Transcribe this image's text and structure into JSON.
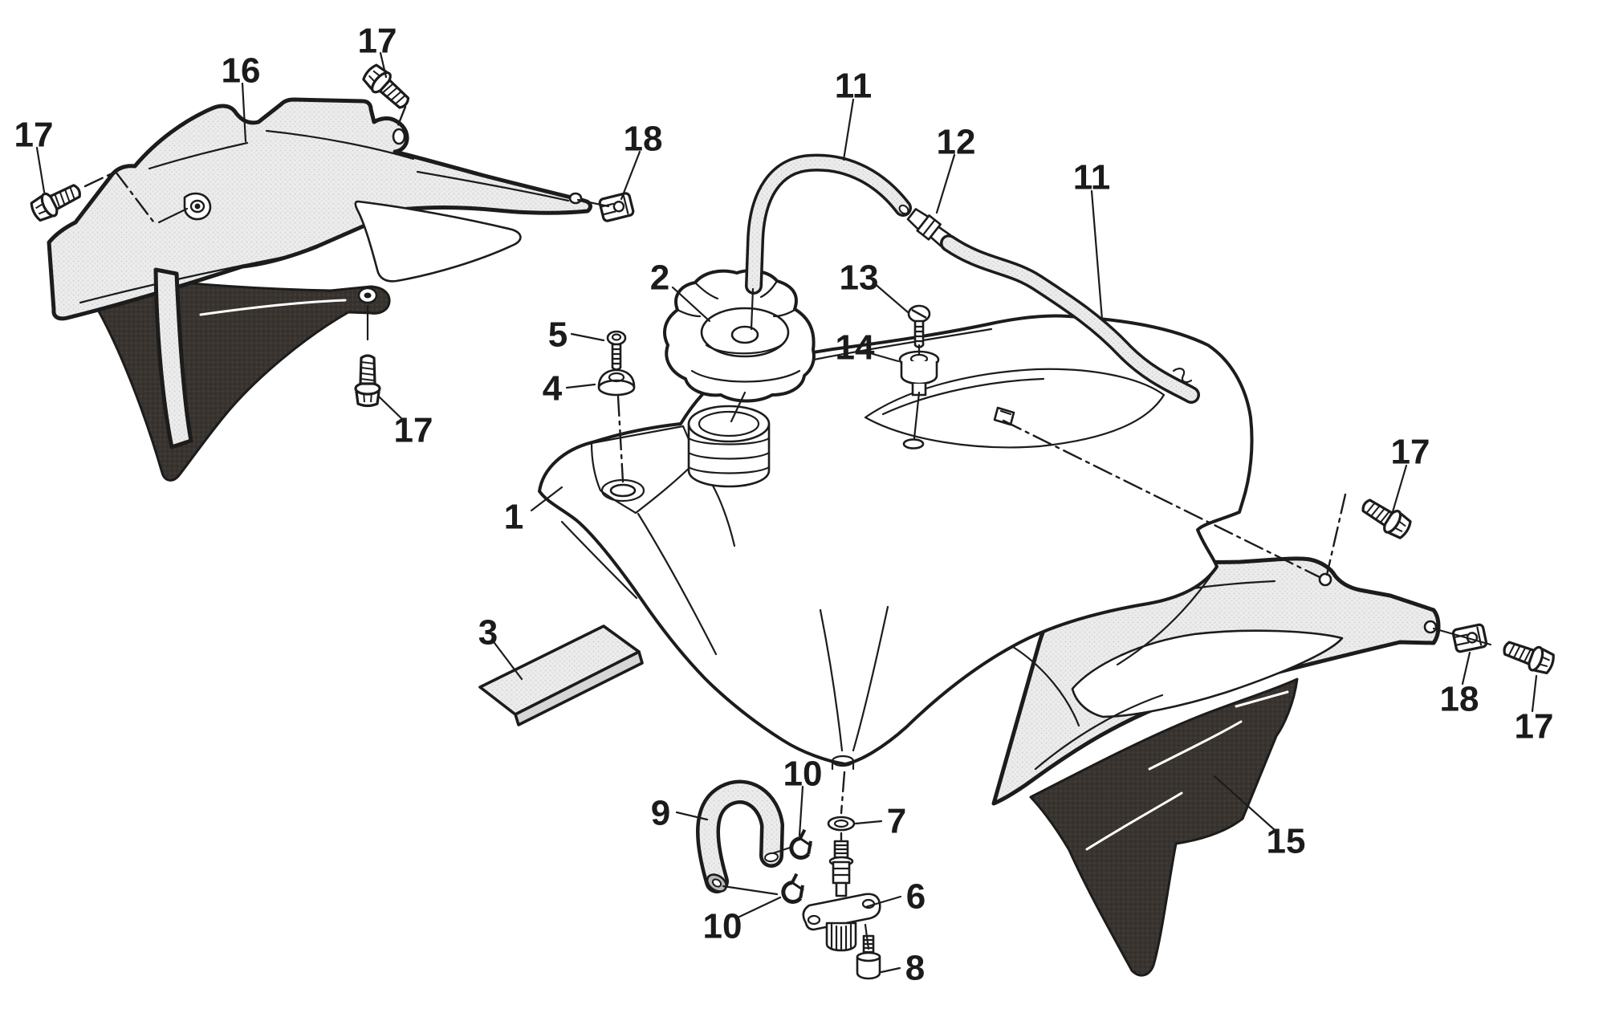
{
  "figure": {
    "kind": "exploded-parts-diagram",
    "background": "#ffffff",
    "line_color": "#1c1c1c",
    "light_fill": "#ececec",
    "dark_fill": "#39342f"
  },
  "callouts": [
    {
      "label": "1"
    },
    {
      "label": "2"
    },
    {
      "label": "3"
    },
    {
      "label": "4"
    },
    {
      "label": "5"
    },
    {
      "label": "6"
    },
    {
      "label": "7"
    },
    {
      "label": "8"
    },
    {
      "label": "9"
    },
    {
      "label": "10"
    },
    {
      "label": "10"
    },
    {
      "label": "11"
    },
    {
      "label": "11"
    },
    {
      "label": "12"
    },
    {
      "label": "13"
    },
    {
      "label": "14"
    },
    {
      "label": "15"
    },
    {
      "label": "16"
    },
    {
      "label": "17"
    },
    {
      "label": "17"
    },
    {
      "label": "17"
    },
    {
      "label": "17"
    },
    {
      "label": "17"
    },
    {
      "label": "18"
    },
    {
      "label": "18"
    }
  ]
}
